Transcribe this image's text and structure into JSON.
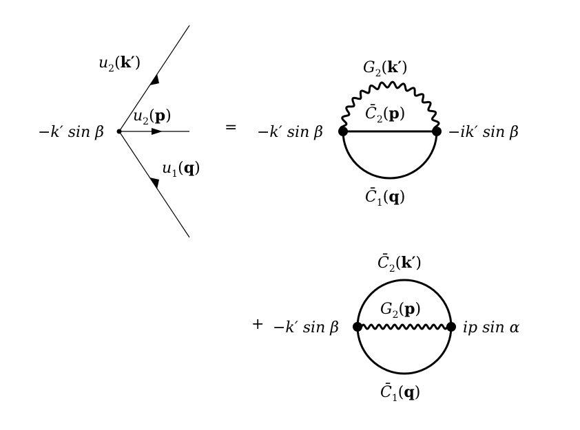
{
  "vertex": {
    "coupling": "−k′ sin β",
    "u2_k": {
      "sym": "u",
      "sub": "2",
      "arg": "k′"
    },
    "u2_p": {
      "sym": "u",
      "sub": "2",
      "arg": "p"
    },
    "u1_q": {
      "sym": "u",
      "sub": "1",
      "arg": "q"
    }
  },
  "equals": "=",
  "diagram1": {
    "left": "−k′ sin β",
    "right": "−ik′ sin β",
    "top": {
      "sym": "G",
      "sub": "2",
      "arg": "k′"
    },
    "middle": {
      "sym": "C̄",
      "sub": "2",
      "arg": "p"
    },
    "bottom": {
      "sym": "C̄",
      "sub": "1",
      "arg": "q"
    }
  },
  "plus": "+",
  "diagram2": {
    "left": "−k′ sin β",
    "right": "ip sin α",
    "top": {
      "sym": "C̄",
      "sub": "2",
      "arg": "k′"
    },
    "middle": {
      "sym": "G",
      "sub": "2",
      "arg": "p"
    },
    "bottom": {
      "sym": "C̄",
      "sub": "1",
      "arg": "q"
    }
  }
}
